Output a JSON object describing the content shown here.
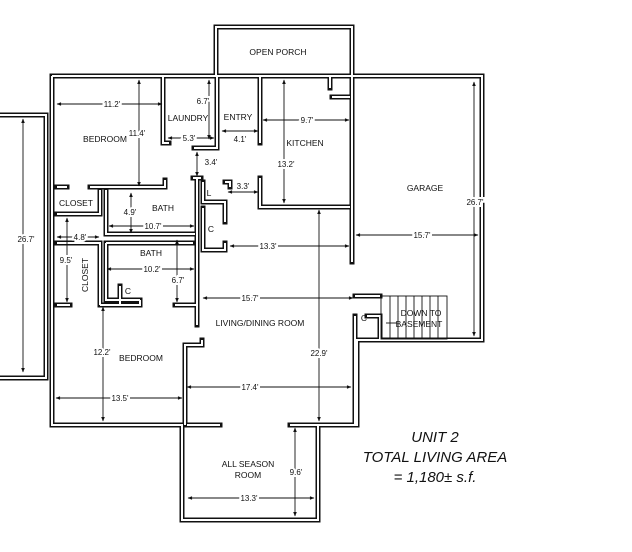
{
  "rooms": {
    "open_porch": "OPEN PORCH",
    "bedroom_1": "BEDROOM",
    "laundry": "LAUNDRY",
    "entry": "ENTRY",
    "kitchen": "KITCHEN",
    "linen": "L",
    "closet_1": "CLOSET",
    "bath_1": "BATH",
    "closet_c1": "C",
    "closet_2": "CLOSET",
    "bath_2": "BATH",
    "closet_c2": "C",
    "living_dining": "LIVING/DINING ROOM",
    "bedroom_2": "BEDROOM",
    "garage": "GARAGE",
    "closet_c3": "C",
    "stairs_line1": "DOWN TO",
    "stairs_line2": "BASEMENT",
    "all_season_line1": "ALL SEASON",
    "all_season_line2": "ROOM"
  },
  "dimensions": {
    "bedroom1_width": "11.2'",
    "bedroom1_depth": "11.4'",
    "laundry_depth": "6.7'",
    "laundry_width": "5.3'",
    "entry_width": "4.1'",
    "kitchen_width": "9.7'",
    "kitchen_depth": "13.2'",
    "hall_width": "3.4'",
    "linen_gap": "3.3'",
    "bath1_depth": "4.9'",
    "bath1_width": "10.7'",
    "hall_length": "13.3'",
    "neighbor_depth": "26.7'",
    "closet2_width": "4.8'",
    "closet2_depth": "9.5'",
    "bath2_width": "10.2'",
    "bath2_depth": "6.7'",
    "living_width_upper": "15.7'",
    "living_depth": "22.9'",
    "garage_depth": "26.7'",
    "garage_width": "15.7'",
    "bedroom2_depth": "12.2'",
    "bedroom2_width": "13.5'",
    "living_width_lower": "17.4'",
    "all_season_depth": "9.6'",
    "all_season_width": "13.3'"
  },
  "summary": {
    "unit": "UNIT 2",
    "title": "TOTAL LIVING AREA",
    "area": "= 1,180±  s.f."
  }
}
